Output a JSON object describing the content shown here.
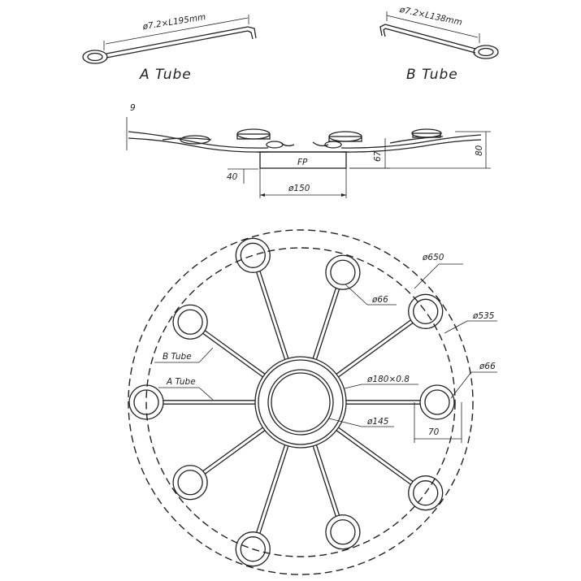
{
  "labels": {
    "tube_a_dim": "ø7.2×L195mm",
    "tube_b_dim": "ø7.2×L138mm",
    "tube_a": "A Tube",
    "tube_b": "B Tube"
  },
  "side_view": {
    "dim_9": "9",
    "dim_40": "40",
    "dim_67": "67",
    "dim_80": "80",
    "dim_base": "ø150"
  },
  "top_view": {
    "outer_diameter": "ø650",
    "arm_diameter": "ø535",
    "cup_diameter_top": "ø66",
    "cup_diameter_right": "ø66",
    "center_ring": "ø180×0.8",
    "center_inner": "ø145",
    "offset": "70",
    "b_tube": "B Tube",
    "a_tube": "A Tube"
  },
  "colors": {
    "line": "#222222",
    "background": "#ffffff"
  }
}
